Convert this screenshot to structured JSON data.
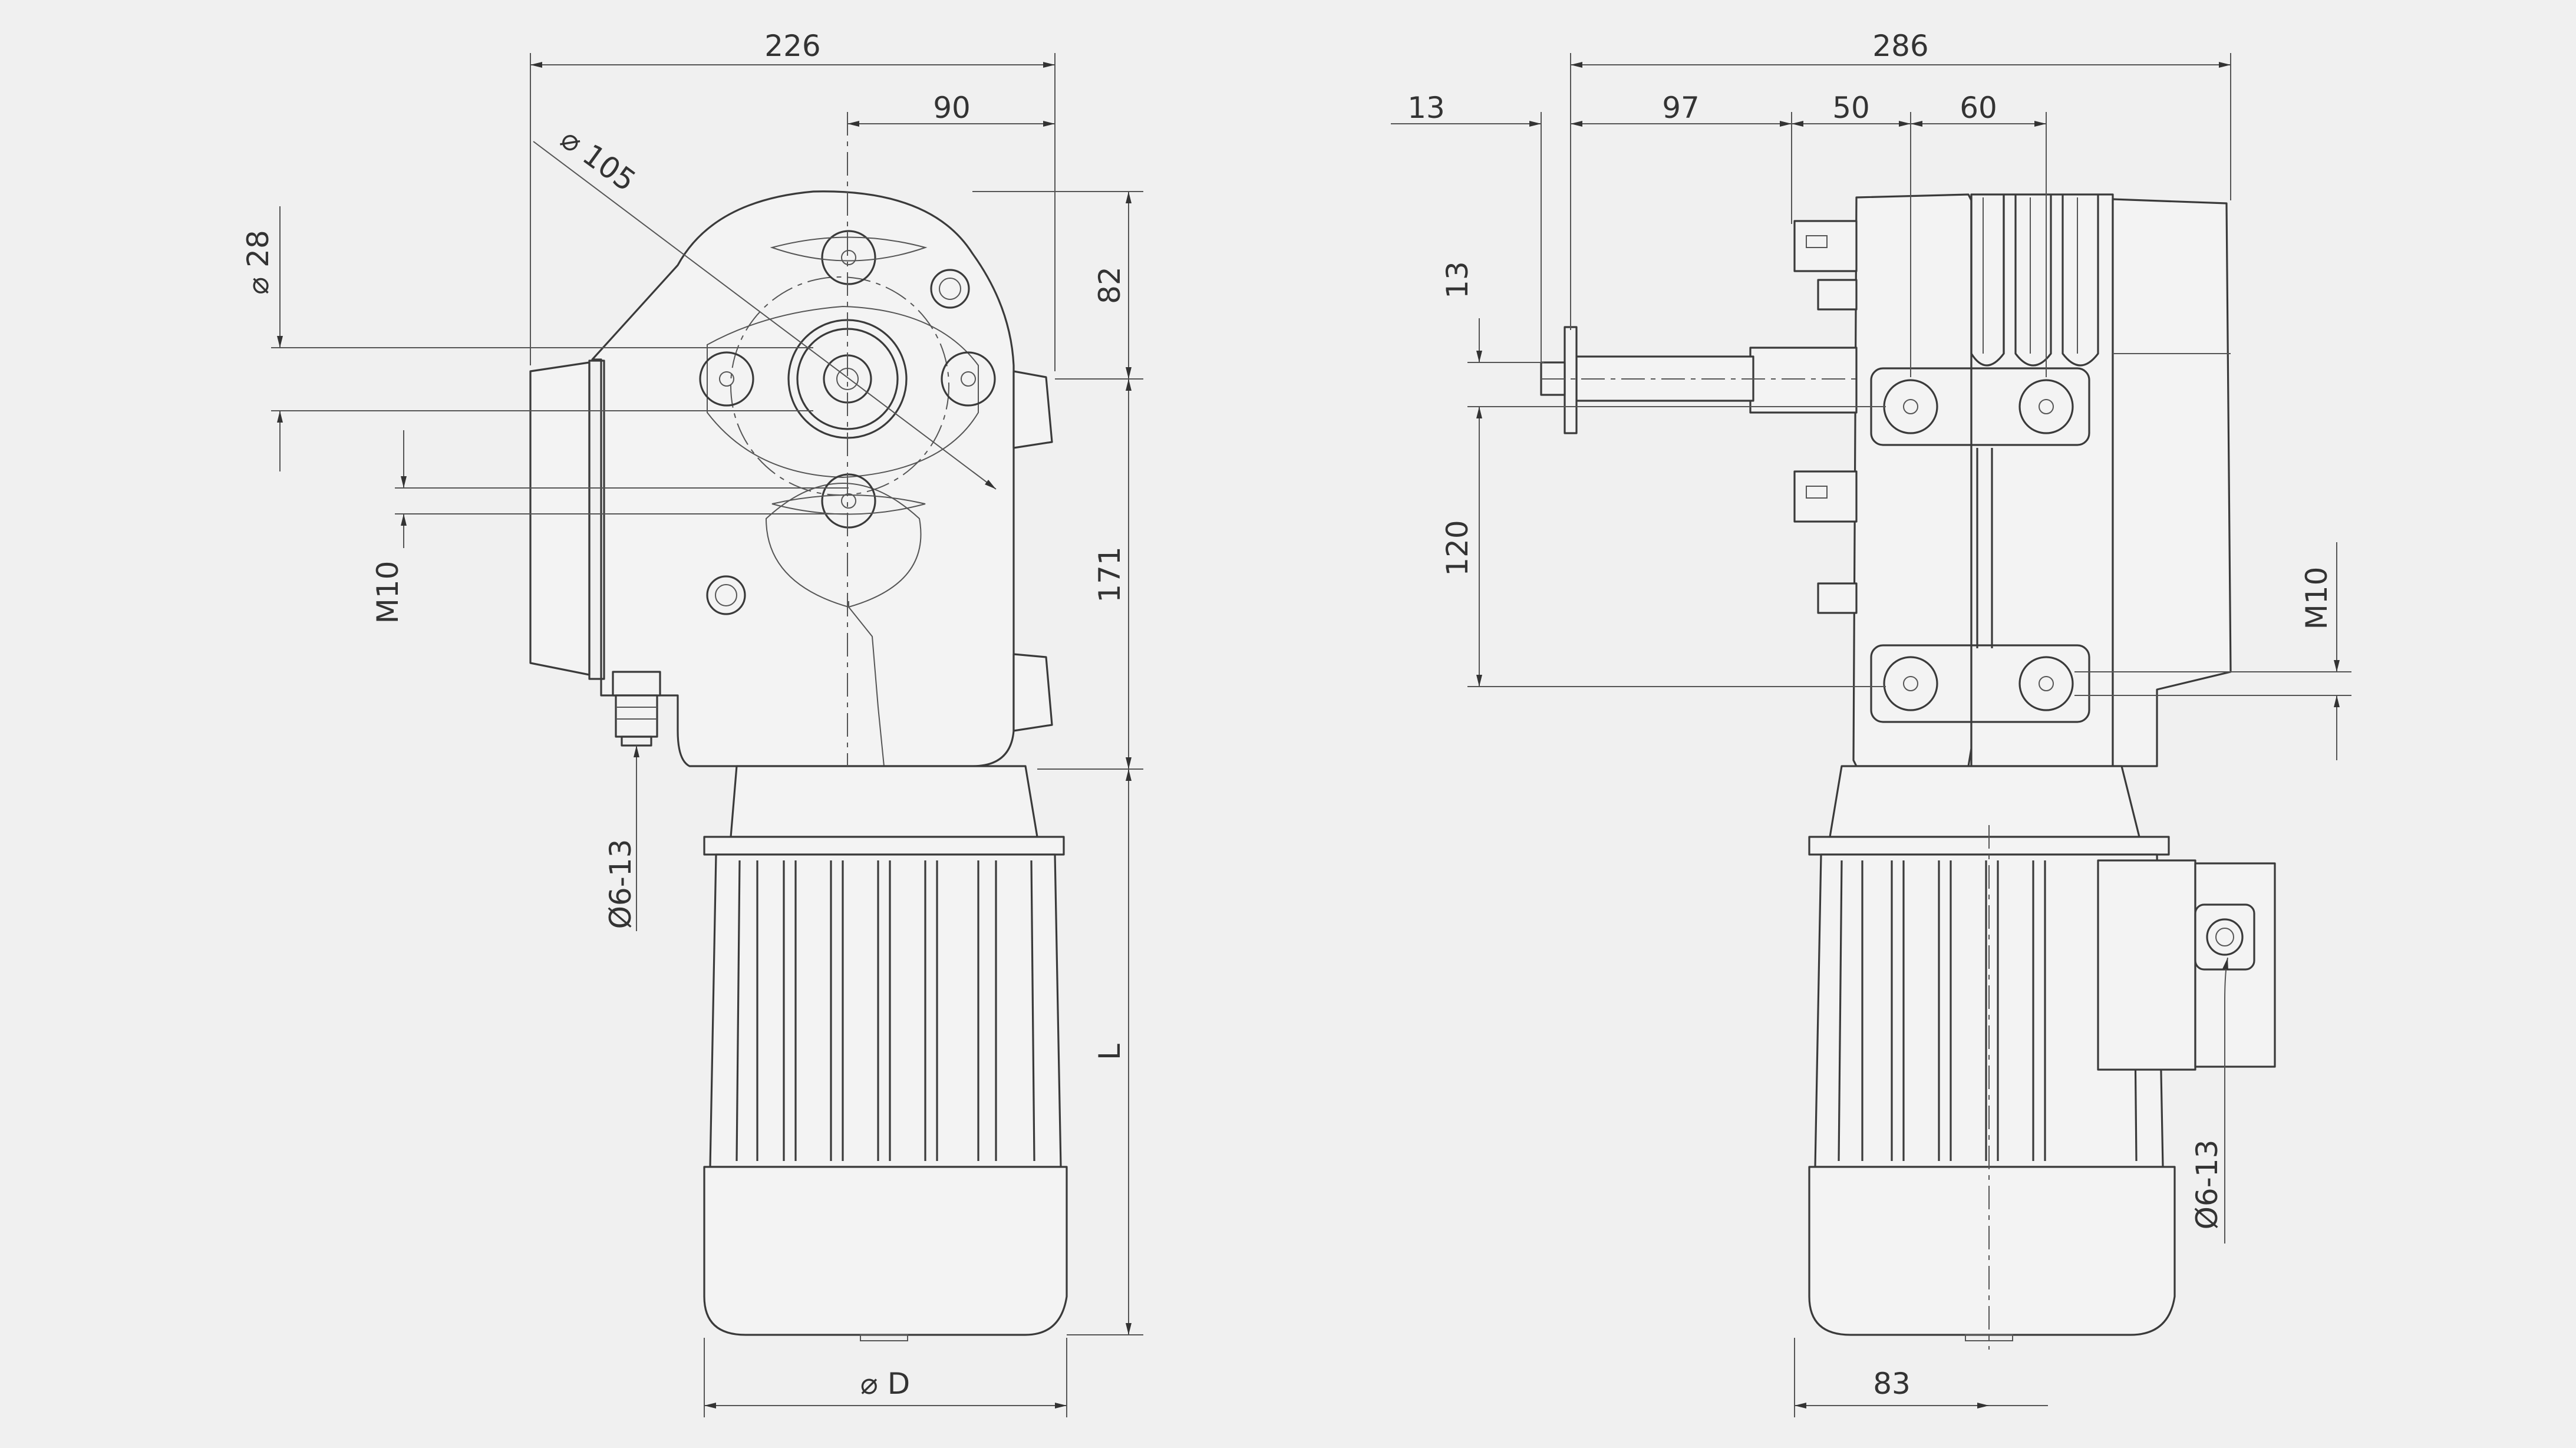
{
  "colors": {
    "background": "#f0f0f0",
    "line": "#3a3a3a",
    "dimension": "#555555",
    "text": "#333333"
  },
  "views": {
    "front": {
      "dims": {
        "overall_width": "226",
        "output_offset": "90",
        "top_height": "82",
        "housing_height": "171",
        "motor_length": "L",
        "shaft_diameter": "⌀ 28",
        "bolt_circle": "⌀ 105",
        "thread": "M10",
        "cable_gland": "Ø6-13",
        "motor_diameter": "⌀ D"
      }
    },
    "side": {
      "dims": {
        "overall_width": "286",
        "flange": "13",
        "shaft_length": "97",
        "hole_offset": "50",
        "hole_spacing": "60",
        "vertical_top": "13",
        "hole_vertical": "120",
        "thread": "M10",
        "cable_gland": "Ø6-13",
        "motor_offset": "83"
      }
    }
  }
}
